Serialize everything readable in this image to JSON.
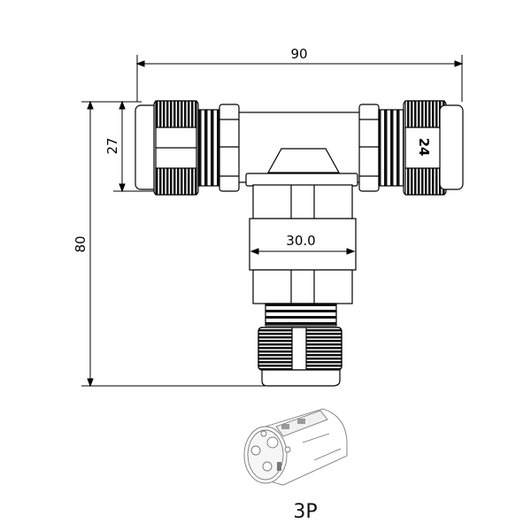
{
  "dimensions": {
    "width_total": "90",
    "height_total": "80",
    "branch_height": "27",
    "body_width": "30.0"
  },
  "marking": "24",
  "caption": "3P"
}
